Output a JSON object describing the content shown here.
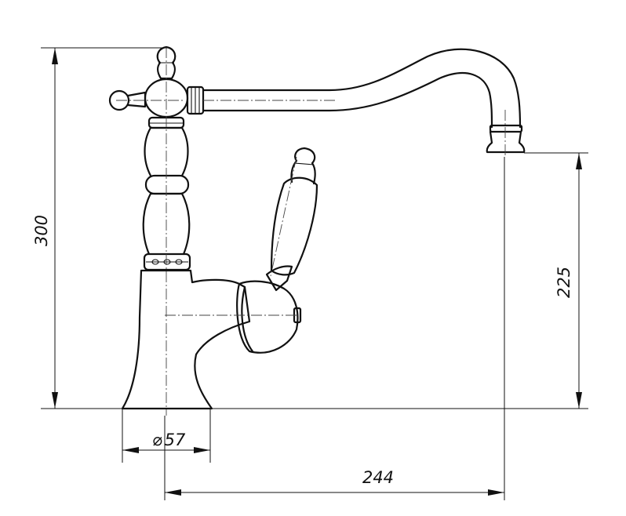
{
  "dimensions": {
    "total_height": "300",
    "spout_height": "225",
    "base_diameter_symbol": "⌀",
    "base_diameter": "57",
    "spout_reach": "244"
  },
  "colors": {
    "line": "#111111",
    "background": "#ffffff"
  }
}
